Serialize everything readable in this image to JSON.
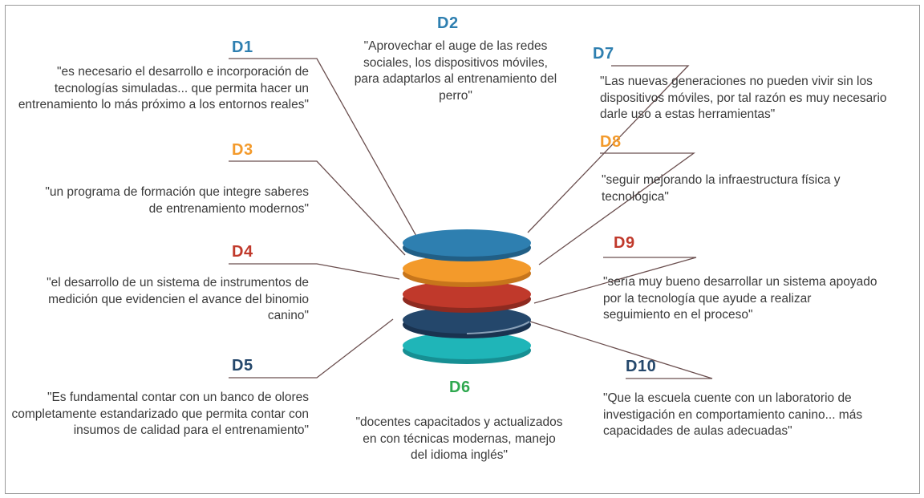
{
  "colors": {
    "blue": "#2e7fb0",
    "orange": "#f39a2b",
    "red": "#c0392b",
    "navy": "#24476b",
    "teal": "#1fb5b8",
    "green": "#2fa84f",
    "line": "#6b4f4f"
  },
  "items": {
    "d1": {
      "label": "D1",
      "text": "\"es necesario el desarrollo e incorporación de tecnologías simuladas... que permita hacer un entrenamiento lo más próximo a los entornos reales\""
    },
    "d2": {
      "label": "D2",
      "text": "\"Aprovechar el auge de las redes sociales, los dispositivos móviles, para adaptarlos al entrenamiento del perro\""
    },
    "d3": {
      "label": "D3",
      "text": "\"un programa de formación que integre saberes de entrenamiento modernos\""
    },
    "d4": {
      "label": "D4",
      "text": "\"el desarrollo de un sistema de instrumentos de medición que evidencien el avance del binomio canino\""
    },
    "d5": {
      "label": "D5",
      "text": "\"Es fundamental contar con un banco de olores completamente estandarizado que permita contar con insumos de calidad para el entrenamiento\""
    },
    "d6": {
      "label": "D6",
      "text": "\"docentes capacitados y actualizados en con técnicas modernas, manejo del idioma inglés\""
    },
    "d7": {
      "label": "D7",
      "text": "\"Las nuevas generaciones no pueden vivir sin los dispositivos móviles, por tal razón es muy necesario darle uso a estas herramientas\""
    },
    "d8": {
      "label": "D8",
      "text": "\"seguir mejorando la infraestructura física y tecnológica\""
    },
    "d9": {
      "label": "D9",
      "text": "\"sería muy bueno desarrollar un sistema apoyado por la tecnología que ayude a realizar seguimiento en el proceso\""
    },
    "d10": {
      "label": "D10",
      "text": "\"Que la escuela cuente con un laboratorio de investigación en comportamiento canino... más capacidades de aulas adecuadas\""
    }
  }
}
